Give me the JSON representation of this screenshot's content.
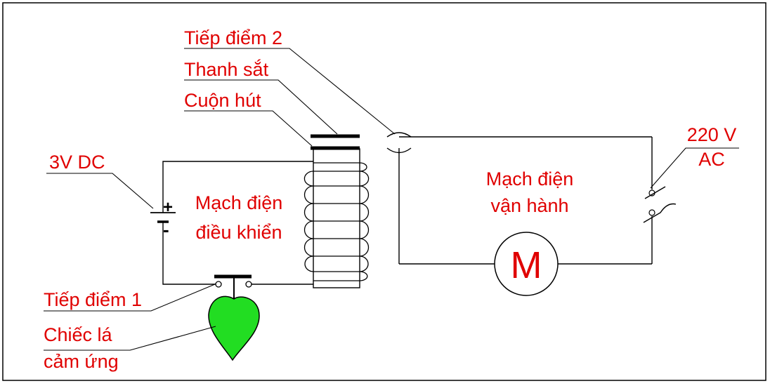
{
  "labels": {
    "contact2": "Tiếp điểm 2",
    "iron_bar": "Thanh sắt",
    "coil": "Cuộn hút",
    "dc_source": "3V DC",
    "control_circuit_line1": "Mạch điện",
    "control_circuit_line2": "điều khiển",
    "operating_circuit_line1": "Mạch điện",
    "operating_circuit_line2": "vận hành",
    "ac_source_line1": "220 V",
    "ac_source_line2": "AC",
    "motor_letter": "M",
    "contact1": "Tiếp điểm 1",
    "leaf_line1": "Chiếc lá",
    "leaf_line2": "cảm ứng",
    "battery_plus": "+",
    "battery_minus": "-"
  },
  "colors": {
    "label": "#e00000",
    "leaf_fill": "#22dd22",
    "line": "#000000",
    "background": "#ffffff"
  }
}
